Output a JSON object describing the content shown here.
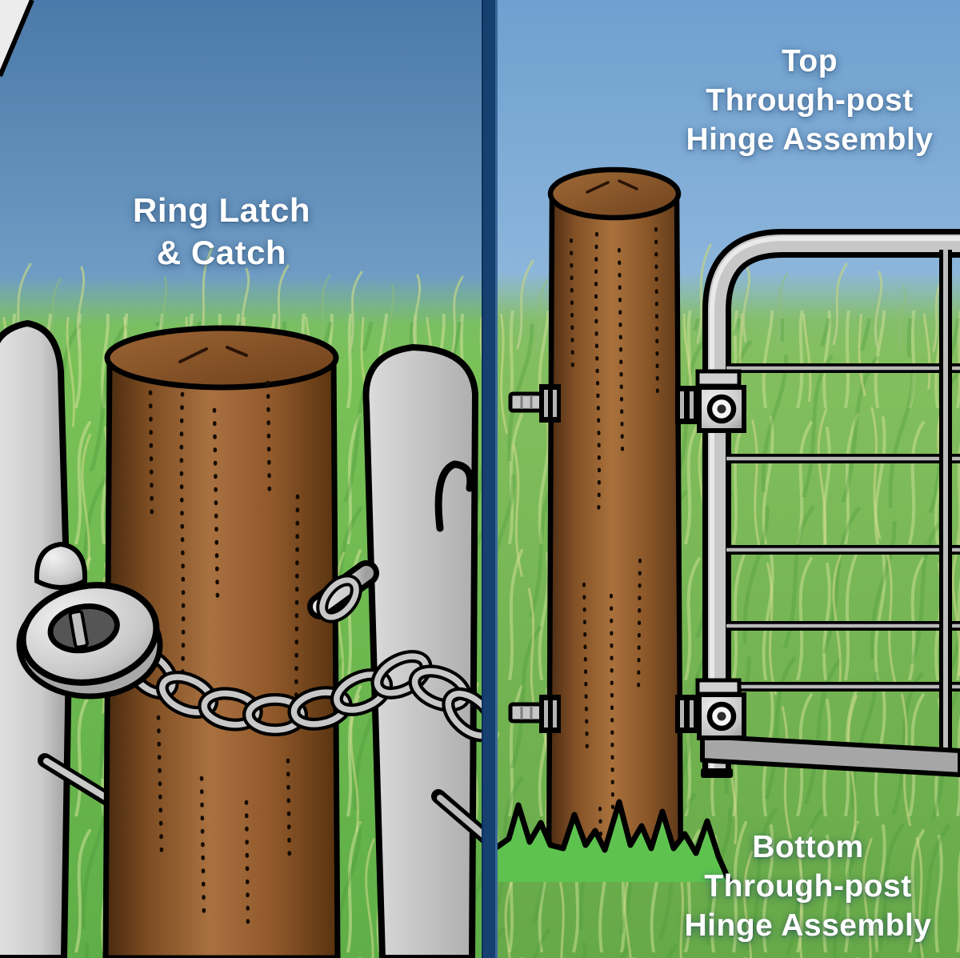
{
  "panels": {
    "left": {
      "label_lines": [
        "Ring Latch",
        "& Catch"
      ]
    },
    "right": {
      "top_label_lines": [
        "Top",
        "Through-post",
        "Hinge Assembly"
      ],
      "bottom_label_lines": [
        "Bottom",
        "Through-post",
        "Hinge Assembly"
      ]
    }
  },
  "colors": {
    "sky_top_left": "#4b79a9",
    "sky_top_right": "#7fb0dc",
    "sky_horizon": "#8fb5d6",
    "grass_green": "#76c055",
    "grass_tuft": "#5ec24f",
    "divider_navy": "#15406f",
    "post_brown": "#9a6434",
    "metal_gray": "#c8c8c8",
    "outline_black": "#000000",
    "label_white": "#ffffff"
  }
}
